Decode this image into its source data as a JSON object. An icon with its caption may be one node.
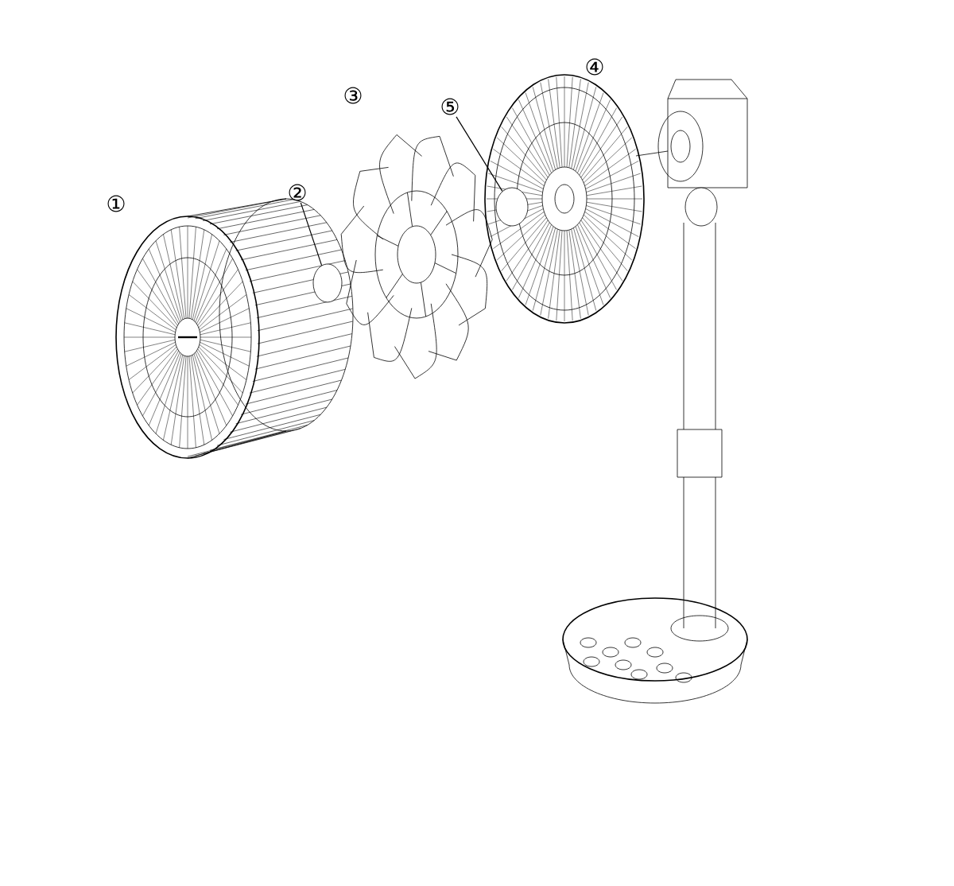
{
  "diagram": {
    "nodes": [
      {
        "text": [
          "②"
        ]
      },
      {
        "text": [],
        "shape": "circle"
      },
      {
        "text": [
          "⑤"
        ]
      },
      {
        "text": [],
        "shape": "circle"
      }
    ],
    "edges": [
      {
        "from": 0,
        "to": 1,
        "arrow": "none"
      },
      {
        "from": 2,
        "to": 3,
        "arrow": "none"
      }
    ],
    "labels": [
      "①",
      "③",
      "④"
    ]
  }
}
